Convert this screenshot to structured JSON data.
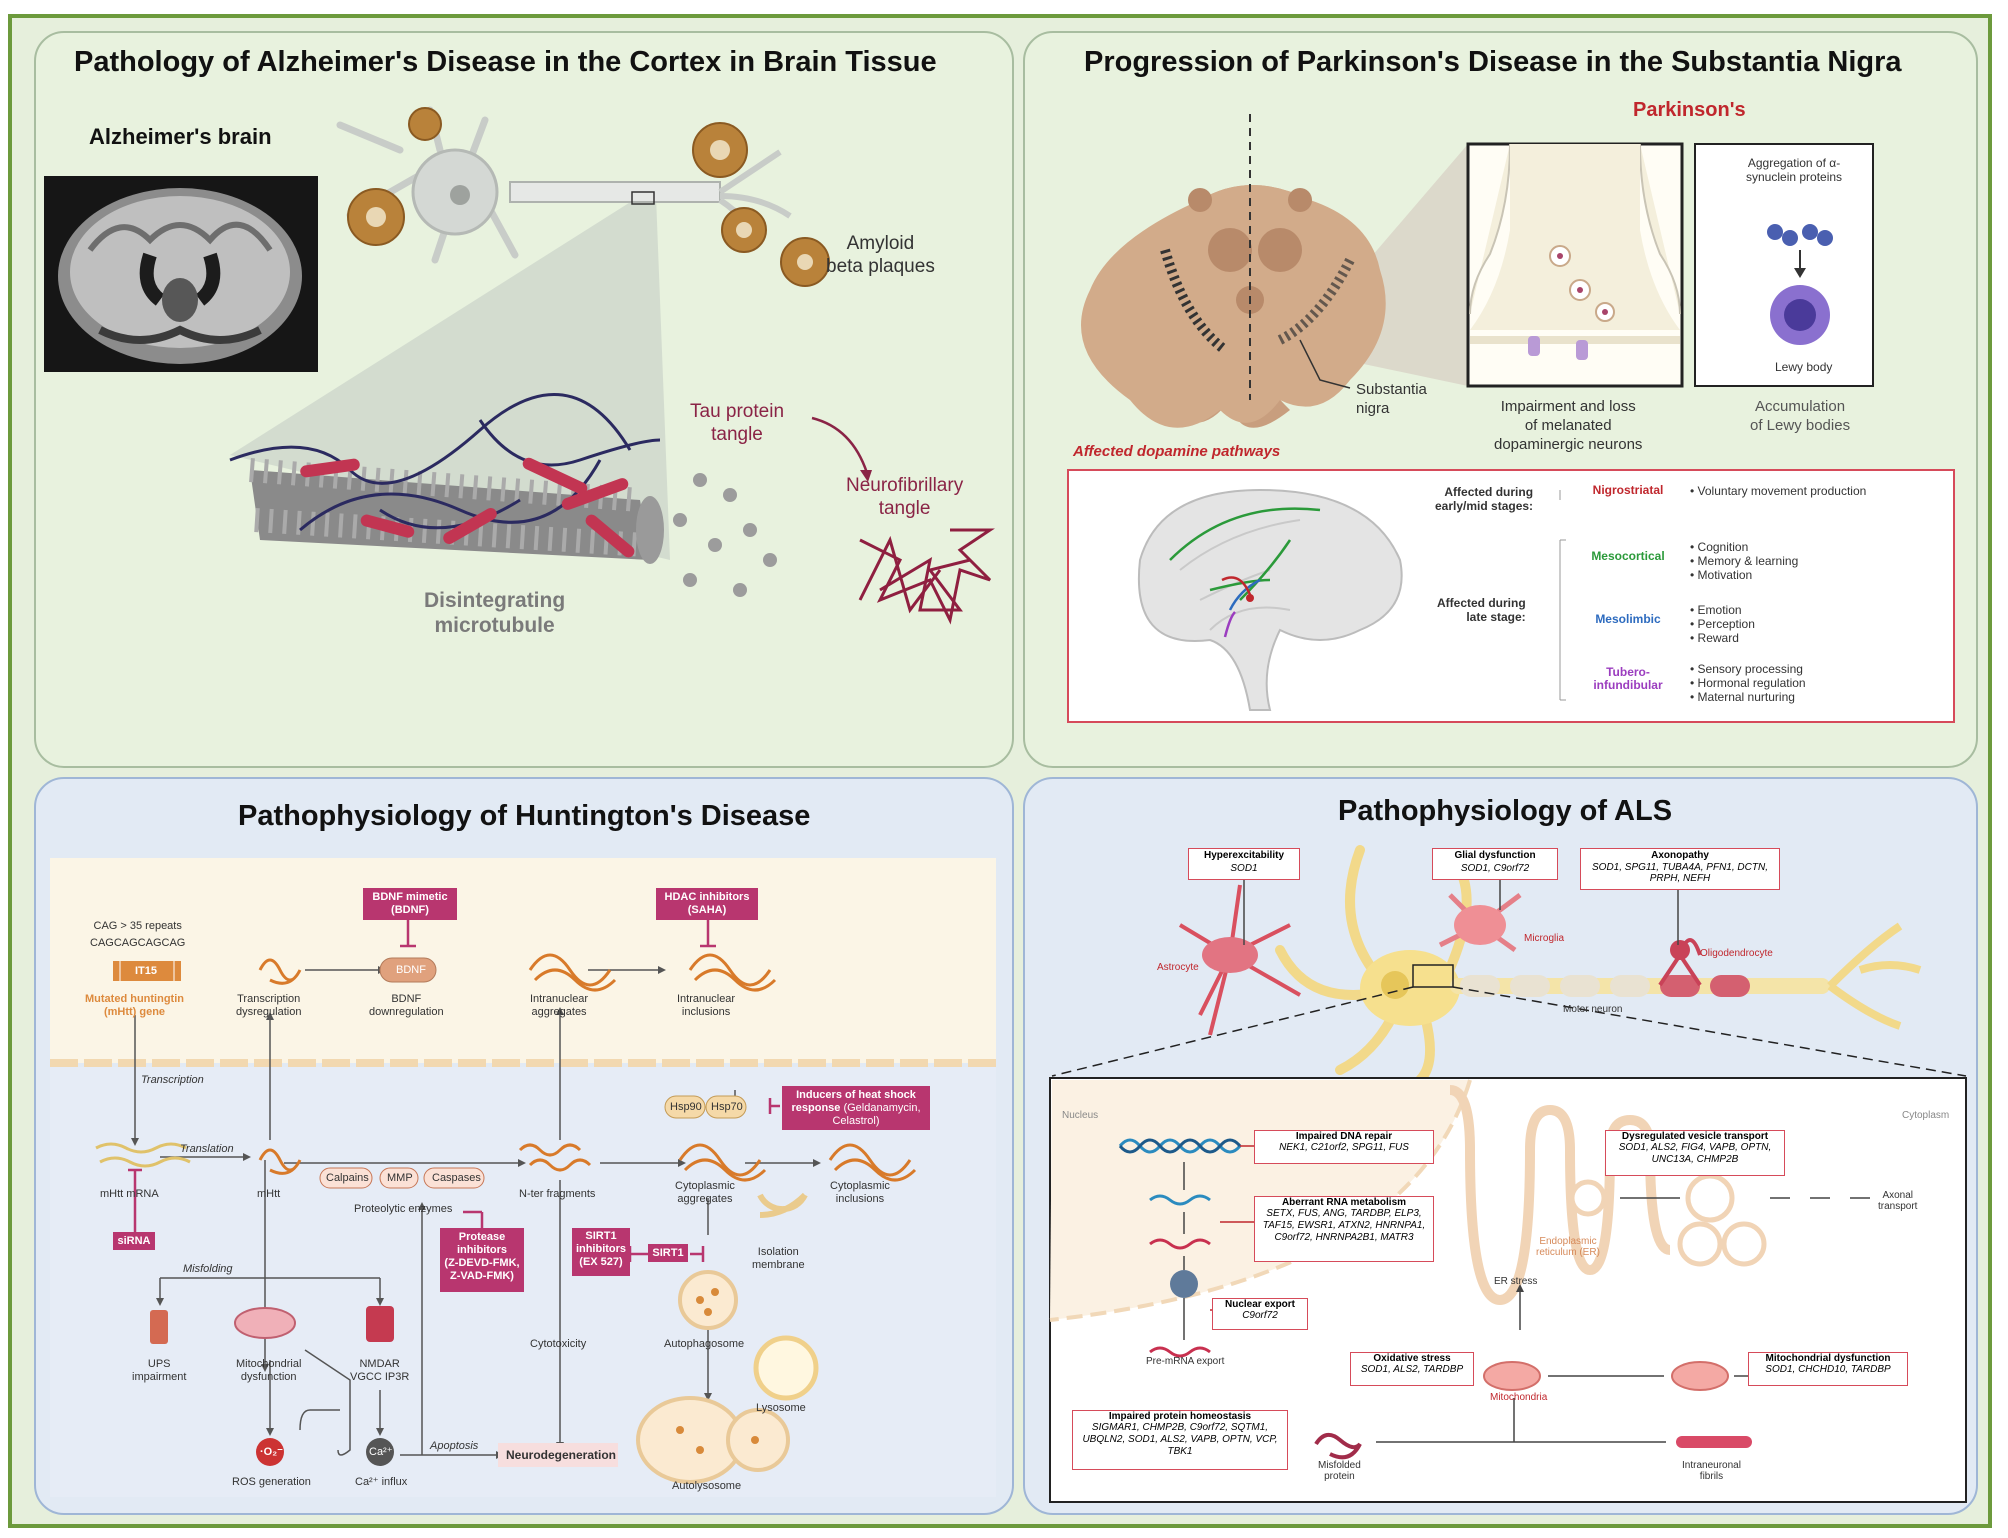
{
  "alz": {
    "title": "Pathology of Alzheimer's Disease in the Cortex in Brain Tissue",
    "brain_label": "Alzheimer's brain",
    "amyloid": "Amyloid\nbeta plaques",
    "tau": "Tau protein\ntangle",
    "nft": "Neurofibrillary\ntangle",
    "microtubule": "Disintegrating\nmicrotubule"
  },
  "pd": {
    "title": "Progression of Parkinson's Disease in the Substantia Nigra",
    "parkinsons": "Parkinson's",
    "substantia": "Substantia\nnigra",
    "impairment": "Impairment and loss\nof melanated\ndopaminergic neurons",
    "aggregation": "Aggregation of α-\nsynuclein proteins",
    "lewy_body": "Lewy body",
    "accumulation": "Accumulation\nof Lewy bodies",
    "affected": "Affected dopamine pathways",
    "early": "Affected during\nearly/mid stages:",
    "late": "Affected during\nlate stage:",
    "pathways": [
      {
        "name": "Nigrostriatal",
        "color": "#c0272d",
        "items": "• Voluntary movement production"
      },
      {
        "name": "Mesocortical",
        "color": "#2b9a3a",
        "items": "• Cognition\n• Memory & learning\n• Motivation"
      },
      {
        "name": "Mesolimbic",
        "color": "#2d6bbf",
        "items": "• Emotion\n• Perception\n• Reward"
      },
      {
        "name": "Tubero-\ninfundibular",
        "color": "#9b3dbf",
        "items": "• Sensory processing\n• Hormonal regulation\n• Maternal nurturing"
      }
    ]
  },
  "hd": {
    "title": "Pathophysiology of Huntington's Disease",
    "cag": "CAG > 35 repeats\nCAGCAGCAGCAG",
    "it15": "IT15",
    "mutated": "Mutated huntingtin\n(mHtt) gene",
    "transcription": "Transcription",
    "mhtt_mrna": "mHtt mRNA",
    "sirna": "siRNA",
    "translation": "Translation",
    "mhtt": "mHtt",
    "trans_dys": "Transcription\ndysregulation",
    "bdnf_mimetic": "BDNF mimetic\n(BDNF)",
    "bdnf": "BDNF",
    "bdnf_down": "BDNF\ndownregulation",
    "hdac": "HDAC inhibitors\n(SAHA)",
    "intra_agg": "Intranuclear\naggregates",
    "intra_inc": "Intranuclear\ninclusions",
    "hsp90": "Hsp90",
    "hsp70": "Hsp70",
    "heat_shock_bold": "Inducers of heat shock\nresponse",
    "heat_shock_rest": " (Geldanamycin,\nCelastrol)",
    "calpains": "Calpains",
    "mmp": "MMP",
    "caspases": "Caspases",
    "proteolytic": "Proteolytic enzymes",
    "protease": "Protease\ninhibitors\n(Z-DEVD-FMK,\nZ-VAD-FMK)",
    "nter": "N-ter fragments",
    "cyto_agg": "Cytoplasmic\naggregates",
    "cyto_inc": "Cytoplasmic\ninclusions",
    "sirt1_inh": "SIRT1\ninhibitors\n(EX 527)",
    "sirt1": "SIRT1",
    "isolation": "Isolation\nmembrane",
    "misfolding": "Misfolding",
    "ups": "UPS\nimpairment",
    "mito": "Mitochondrial\ndysfunction",
    "nmdar": "NMDAR\nVGCC IP3R",
    "cytotox": "Cytotoxicity",
    "autophagosome": "Autophagosome",
    "lysosome": "Lysosome",
    "ros_sym": "·O₂⁻",
    "ros": "ROS generation",
    "ca_sym": "Ca²⁺",
    "ca": "Ca²⁺ influx",
    "apoptosis": "Apoptosis",
    "neurodeg": "Neurodegeneration",
    "autolysosome": "Autolysosome"
  },
  "als": {
    "title": "Pathophysiology of ALS",
    "hyper": "Hyperexcitability",
    "hyper_g": "SOD1",
    "glial": "Glial dysfunction",
    "glial_g": "SOD1, C9orf72",
    "axon": "Axonopathy",
    "axon_g": "SOD1, SPG11, TUBA4A, PFN1, DCTN,\nPRPH, NEFH",
    "astrocyte": "Astrocyte",
    "microglia": "Microglia",
    "oligo": "Oligodendrocyte",
    "motor": "Motor neuron",
    "nucleus": "Nucleus",
    "cytoplasm": "Cytoplasm",
    "dna": "Impaired DNA repair",
    "dna_g": "NEK1, C21orf2, SPG11, FUS",
    "rna": "Aberrant RNA metabolism",
    "rna_g": "SETX, FUS, ANG, TARDBP, ELP3,\nTAF15, EWSR1, ATXN2, HNRNPA1,\nC9orf72, HNRNPA2B1, MATR3",
    "export": "Nuclear export",
    "export_g": "C9orf72",
    "premrna": "Pre-mRNA export",
    "er": "Endoplasmic\nreticulum (ER)",
    "er_stress": "ER stress",
    "vesicle": "Dysregulated vesicle transport",
    "vesicle_g": "SOD1, ALS2, FIG4, VAPB, OPTN,\nUNC13A, CHMP2B",
    "axonal": "Axonal\ntransport",
    "oxid": "Oxidative stress",
    "oxid_g": "SOD1, ALS2, TARDBP",
    "mito_dys": "Mitochondrial dysfunction",
    "mito_dys_g": "SOD1, CHCHD10, TARDBP",
    "mitochondria": "Mitochondria",
    "prot": "Impaired protein homeostasis",
    "prot_g": "SIGMAR1, CHMP2B, C9orf72, SQTM1,\nUBQLN2, SOD1, ALS2, VAPB, OPTN, VCP,\nTBK1",
    "misfolded": "Misfolded\nprotein",
    "fibrils": "Intraneuronal\nfibrils"
  }
}
